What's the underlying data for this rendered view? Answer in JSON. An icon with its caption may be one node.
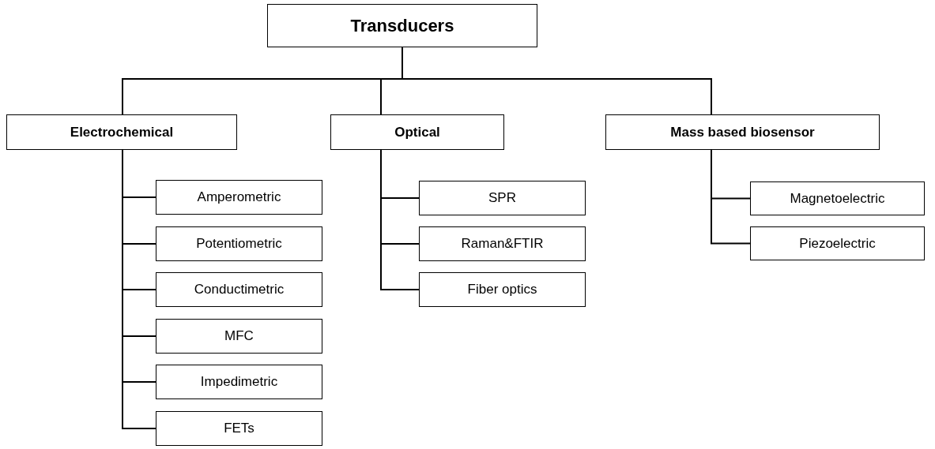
{
  "diagram": {
    "nodes": [
      {
        "text": [
          "Transducers"
        ]
      },
      {
        "text": [
          "Electrochemical"
        ]
      },
      {
        "text": [
          "Optical"
        ]
      },
      {
        "text": [
          "Mass based biosensor"
        ]
      },
      {
        "text": [
          "Amperometric"
        ]
      },
      {
        "text": [
          "Potentiometric"
        ]
      },
      {
        "text": [
          "Conductimetric"
        ]
      },
      {
        "text": [
          "MFC"
        ]
      },
      {
        "text": [
          "Impedimetric"
        ]
      },
      {
        "text": [
          "FETs"
        ]
      },
      {
        "text": [
          "SPR"
        ]
      },
      {
        "text": [
          "Raman&FTIR"
        ]
      },
      {
        "text": [
          "Fiber optics"
        ]
      },
      {
        "text": [
          "Magnetoelectric"
        ]
      },
      {
        "text": [
          "Piezoelectric"
        ]
      }
    ],
    "edges": [
      {
        "from": 0,
        "to": 1,
        "arrow": "none"
      },
      {
        "from": 0,
        "to": 2,
        "arrow": "none"
      },
      {
        "from": 0,
        "to": 3,
        "arrow": "none"
      },
      {
        "from": 1,
        "to": 4,
        "arrow": "none"
      },
      {
        "from": 1,
        "to": 5,
        "arrow": "none"
      },
      {
        "from": 1,
        "to": 6,
        "arrow": "none"
      },
      {
        "from": 1,
        "to": 7,
        "arrow": "none"
      },
      {
        "from": 1,
        "to": 8,
        "arrow": "none"
      },
      {
        "from": 1,
        "to": 9,
        "arrow": "none"
      },
      {
        "from": 2,
        "to": 10,
        "arrow": "none"
      },
      {
        "from": 2,
        "to": 11,
        "arrow": "none"
      },
      {
        "from": 2,
        "to": 12,
        "arrow": "none"
      },
      {
        "from": 3,
        "to": 13,
        "arrow": "none"
      },
      {
        "from": 3,
        "to": 14,
        "arrow": "none"
      }
    ]
  }
}
